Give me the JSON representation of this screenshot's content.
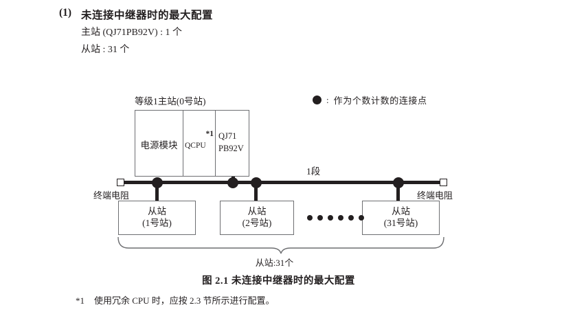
{
  "heading": {
    "number": "(1)",
    "title": "未连接中继器时的最大配置",
    "spec_master": "主站 (QJ71PB92V) : 1 个",
    "spec_slave": "从站 : 31 个"
  },
  "legend": {
    "symbol": "filled-circle",
    "colon": ":",
    "text": "作为个数计数的连接点"
  },
  "diagram": {
    "master_label": "等级1主站(0号站)",
    "master_module": {
      "power_supply": "电源模块",
      "cpu": "QCPU",
      "cpu_note": "*1",
      "network_card_line1": "QJ71",
      "network_card_line2": "PB92V"
    },
    "segment_label": "1段",
    "terminator_left_label": "终端电阻",
    "terminator_right_label": "终端电阻",
    "slaves": [
      {
        "line1": "从站",
        "line2": "(1号站)"
      },
      {
        "line1": "从站",
        "line2": "(2号站)"
      },
      {
        "line1": "从站",
        "line2": "(31号站)"
      }
    ],
    "brace_label": "从站:31个"
  },
  "figure_caption": "图 2.1  未连接中继器时的最大配置",
  "footnote": {
    "mark": "*1",
    "text": "使用冗余 CPU 时，应按 2.3 节所示进行配置。"
  },
  "colors": {
    "ink": "#231f20",
    "box_stroke": "#6d6e71",
    "background": "#ffffff"
  }
}
